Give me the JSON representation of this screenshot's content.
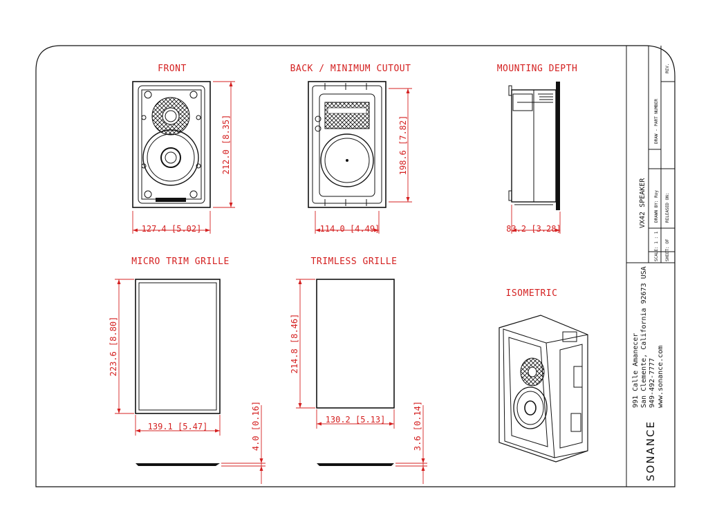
{
  "views": {
    "front": "FRONT",
    "back": "BACK / MINIMUM CUTOUT",
    "depth": "MOUNTING DEPTH",
    "micro": "MICRO TRIM GRILLE",
    "trimless": "TRIMLESS GRILLE",
    "iso": "ISOMETRIC"
  },
  "dimensions": {
    "front_w": "127.4 [5.02]",
    "front_h": "212.0 [8.35]",
    "back_w": "114.0 [4.49]",
    "back_h": "198.6 [7.82]",
    "depth_w": "83.2 [3.28]",
    "micro_h": "223.6 [8.80]",
    "micro_w": "139.1 [5.47]",
    "micro_t": "4.0 [0.16]",
    "trim_h": "214.8 [8.46]",
    "trim_w": "130.2 [5.13]",
    "trim_t": "3.6 [0.14]"
  },
  "title_block": {
    "rev": "REV.",
    "part_number": "DRAW - PART NUMBER",
    "title": "VX42 SPEAKER",
    "drawn_by": "DRAWN BY: Roy",
    "released": "RELEASED ON:",
    "scale": "SCALE: 1 : 1",
    "sheet": "SHEET:  OF",
    "address1": "991 Calle Amanecer",
    "address2": "San Clemente, California  92673 USA",
    "phone": "949-492-7777",
    "web": "www.sonance.com",
    "brand": "SONANCE"
  }
}
